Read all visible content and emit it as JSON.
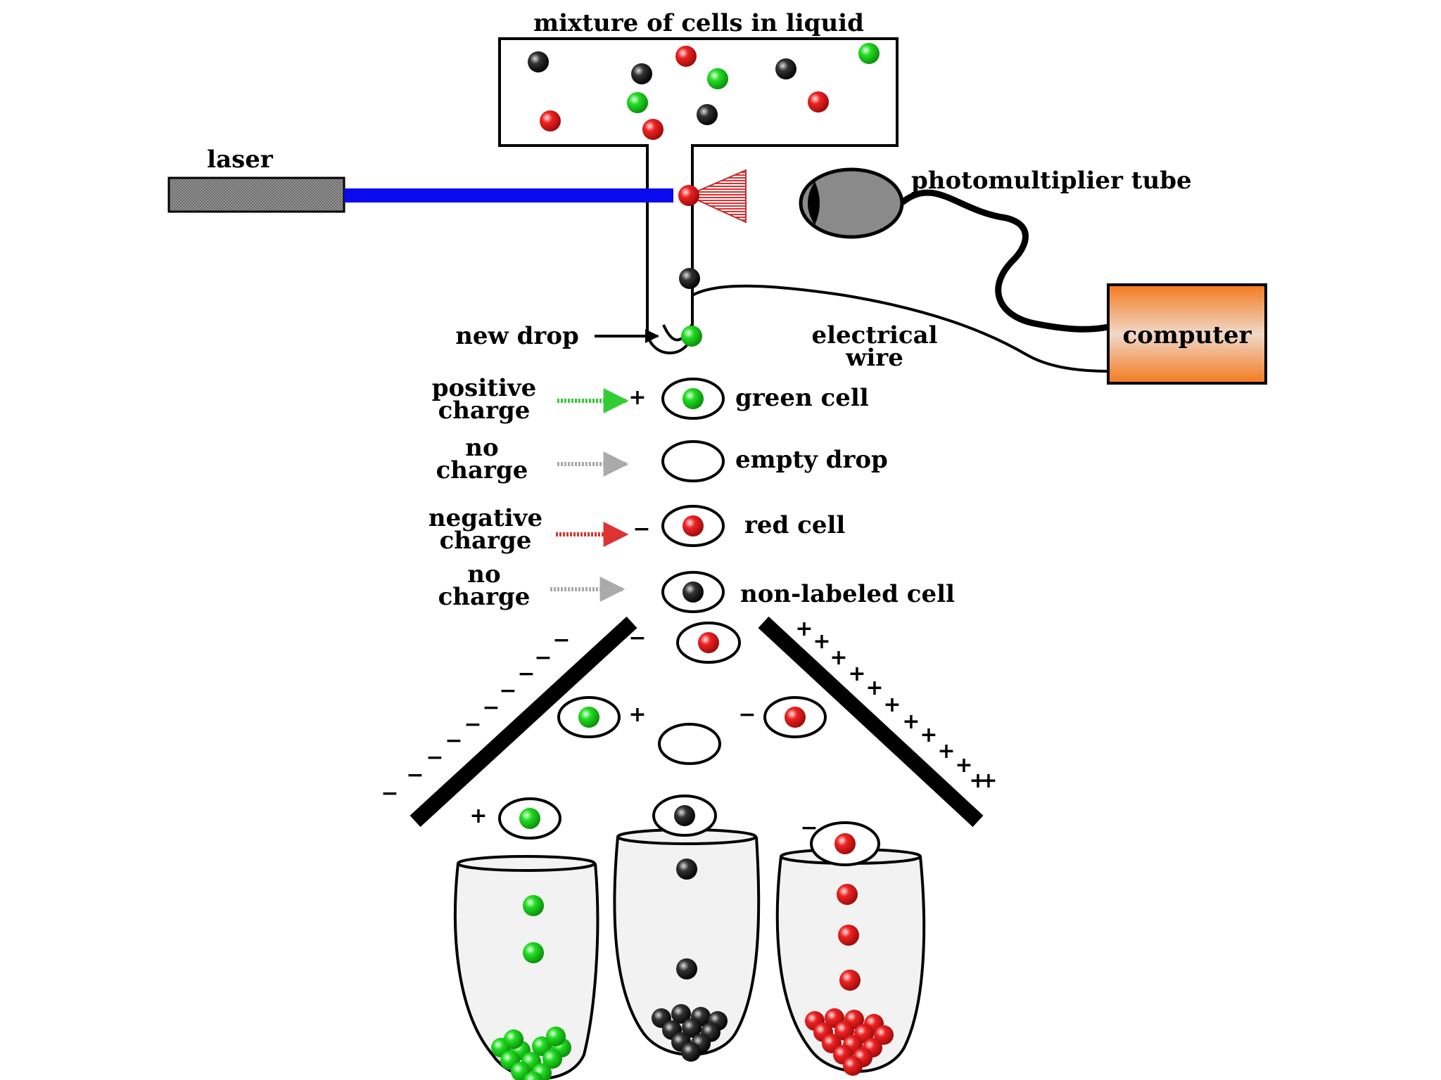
{
  "labels": {
    "mixture": "mixture of cells in liquid",
    "laser": "laser",
    "photomultiplier": "photomultiplier tube",
    "computer": "computer",
    "new_drop": "new drop",
    "electrical_line1": "electrical",
    "electrical_line2": "wire",
    "positive_line1": "positive",
    "positive_line2": "charge",
    "no_charge1_line1": "no",
    "no_charge1_line2": "charge",
    "negative_line1": "negative",
    "negative_line2": "charge",
    "no_charge2_line1": "no",
    "no_charge2_line2": "charge",
    "green_cell": "green cell",
    "empty_drop": "empty drop",
    "red_cell": "red cell",
    "non_labeled_cell": "non-labeled cell"
  },
  "signs": {
    "plus": "+",
    "minus": "−"
  },
  "colors": {
    "green": "#22dd22",
    "red": "#ee2222",
    "black": "#222222",
    "laser_beam": "#0a0aee",
    "computer_top": "#f47a1e",
    "computer_mid": "#f0d8c8"
  }
}
